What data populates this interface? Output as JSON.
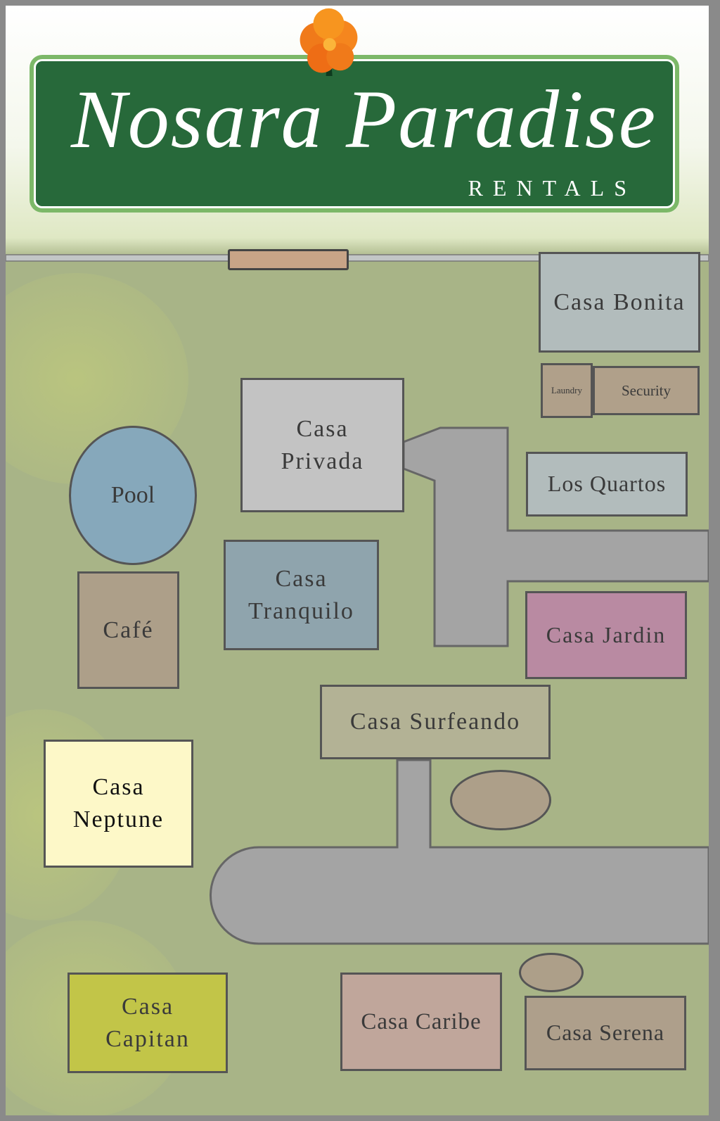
{
  "logo": {
    "brand": "Nosara Paradise",
    "subtitle": "RENTALS"
  },
  "colors": {
    "frame": "#8a8a8a",
    "grass": "#a8b487",
    "road": "#a4a4a4",
    "logo_green": "#27693a",
    "flower": "#f07a1a"
  },
  "buildings": {
    "casa_bonita": "Casa Bonita",
    "laundry": "Laundry",
    "security": "Security",
    "casa_privada": "Casa Privada",
    "los_quartos": "Los Quartos",
    "pool": "Pool",
    "casa_tranquilo": "Casa Tranquilo",
    "cafe": "Café",
    "casa_jardin": "Casa Jardin",
    "casa_surfeando": "Casa Surfeando",
    "casa_neptune": "Casa Neptune",
    "casa_capitan": "Casa Capitan",
    "casa_caribe": "Casa Caribe",
    "casa_serena": "Casa Serena"
  }
}
